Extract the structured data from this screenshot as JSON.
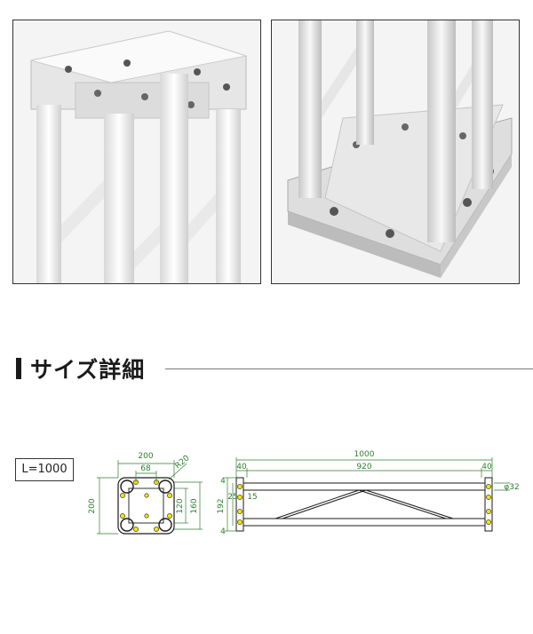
{
  "photos": {
    "left_alt": "",
    "right_alt": ""
  },
  "section": {
    "title": "サイズ詳細"
  },
  "spec": {
    "length_label": "L=1000"
  },
  "cross_section": {
    "outer_width": "200",
    "hole_spacing": "68",
    "radius": "R20",
    "outer_height": "200",
    "inner_height": "120",
    "hole_height": "160"
  },
  "side_view": {
    "total_length": "1000",
    "end_left": "40",
    "span": "920",
    "end_right": "40",
    "height": "192",
    "top_flange": "4",
    "bottom_flange": "4",
    "offset_a": "25",
    "offset_b": "15",
    "tube_diameter": "φ32"
  },
  "colors": {
    "dimension_line": "#2f7d2f",
    "bolt": "#f2e600",
    "outline": "#1a1a1a"
  }
}
